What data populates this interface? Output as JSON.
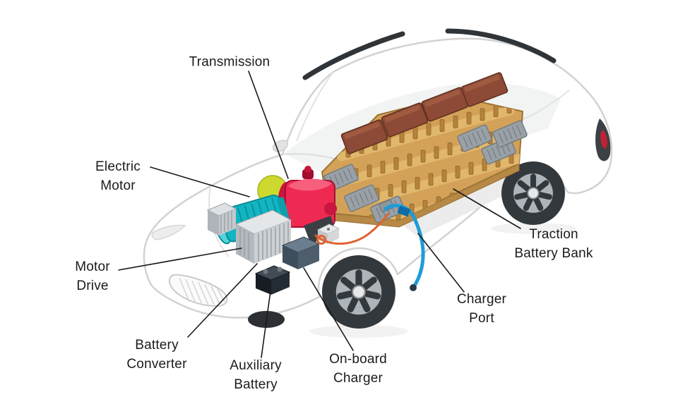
{
  "diagram": {
    "type": "labeled-cutaway-diagram",
    "subject": "Electric vehicle components",
    "labels": [
      {
        "id": "transmission",
        "lines": [
          "Transmission"
        ]
      },
      {
        "id": "electric-motor",
        "lines": [
          "Electric",
          "Motor"
        ]
      },
      {
        "id": "motor-drive",
        "lines": [
          "Motor",
          "Drive"
        ]
      },
      {
        "id": "battery-converter",
        "lines": [
          "Battery",
          "Converter"
        ]
      },
      {
        "id": "auxiliary-battery",
        "lines": [
          "Auxiliary",
          "Battery"
        ]
      },
      {
        "id": "on-board-charger",
        "lines": [
          "On-board",
          "Charger"
        ]
      },
      {
        "id": "charger-port",
        "lines": [
          "Charger",
          "Port"
        ]
      },
      {
        "id": "traction-battery-bank",
        "lines": [
          "Traction",
          "Battery Bank"
        ]
      }
    ],
    "colors": {
      "background": "#ffffff",
      "label_text": "#1b1b1b",
      "leader_line": "#1a1a1a",
      "car_body": "#ffffff",
      "car_outline": "#d2d2d2",
      "transmission": "#ee2a52",
      "electric_motor": "#12b5c2",
      "motor_drive": "#ccd1d4",
      "on_board_charger": "#4d5d6c",
      "auxiliary_battery": "#171d23",
      "battery_pack": "#d3a258",
      "battery_module": "#8d4a36",
      "charge_cable": "#1f9cd8",
      "power_cable": "#e0622e"
    }
  }
}
